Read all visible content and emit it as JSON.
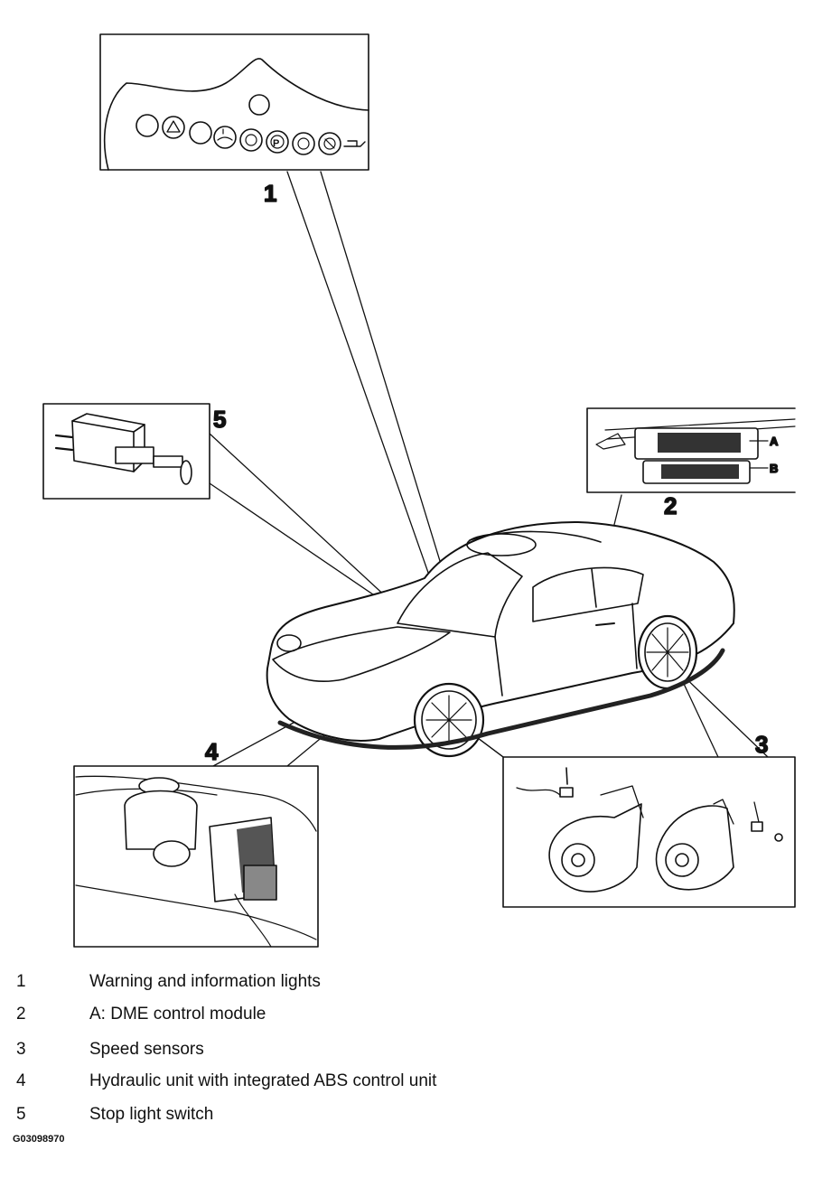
{
  "callouts": {
    "c1": "1",
    "c2": "2",
    "c3": "3",
    "c4": "4",
    "c5": "5",
    "connector_a": "A",
    "connector_b": "B"
  },
  "legend": [
    {
      "num": "1",
      "text": "Warning and information lights"
    },
    {
      "num": "2",
      "text": "A: DME control module"
    },
    {
      "num": "3",
      "text": "Speed sensors"
    },
    {
      "num": "4",
      "text": "Hydraulic unit with integrated ABS control unit"
    },
    {
      "num": "5",
      "text": "Stop light switch"
    }
  ],
  "figure_id": "G03098970"
}
